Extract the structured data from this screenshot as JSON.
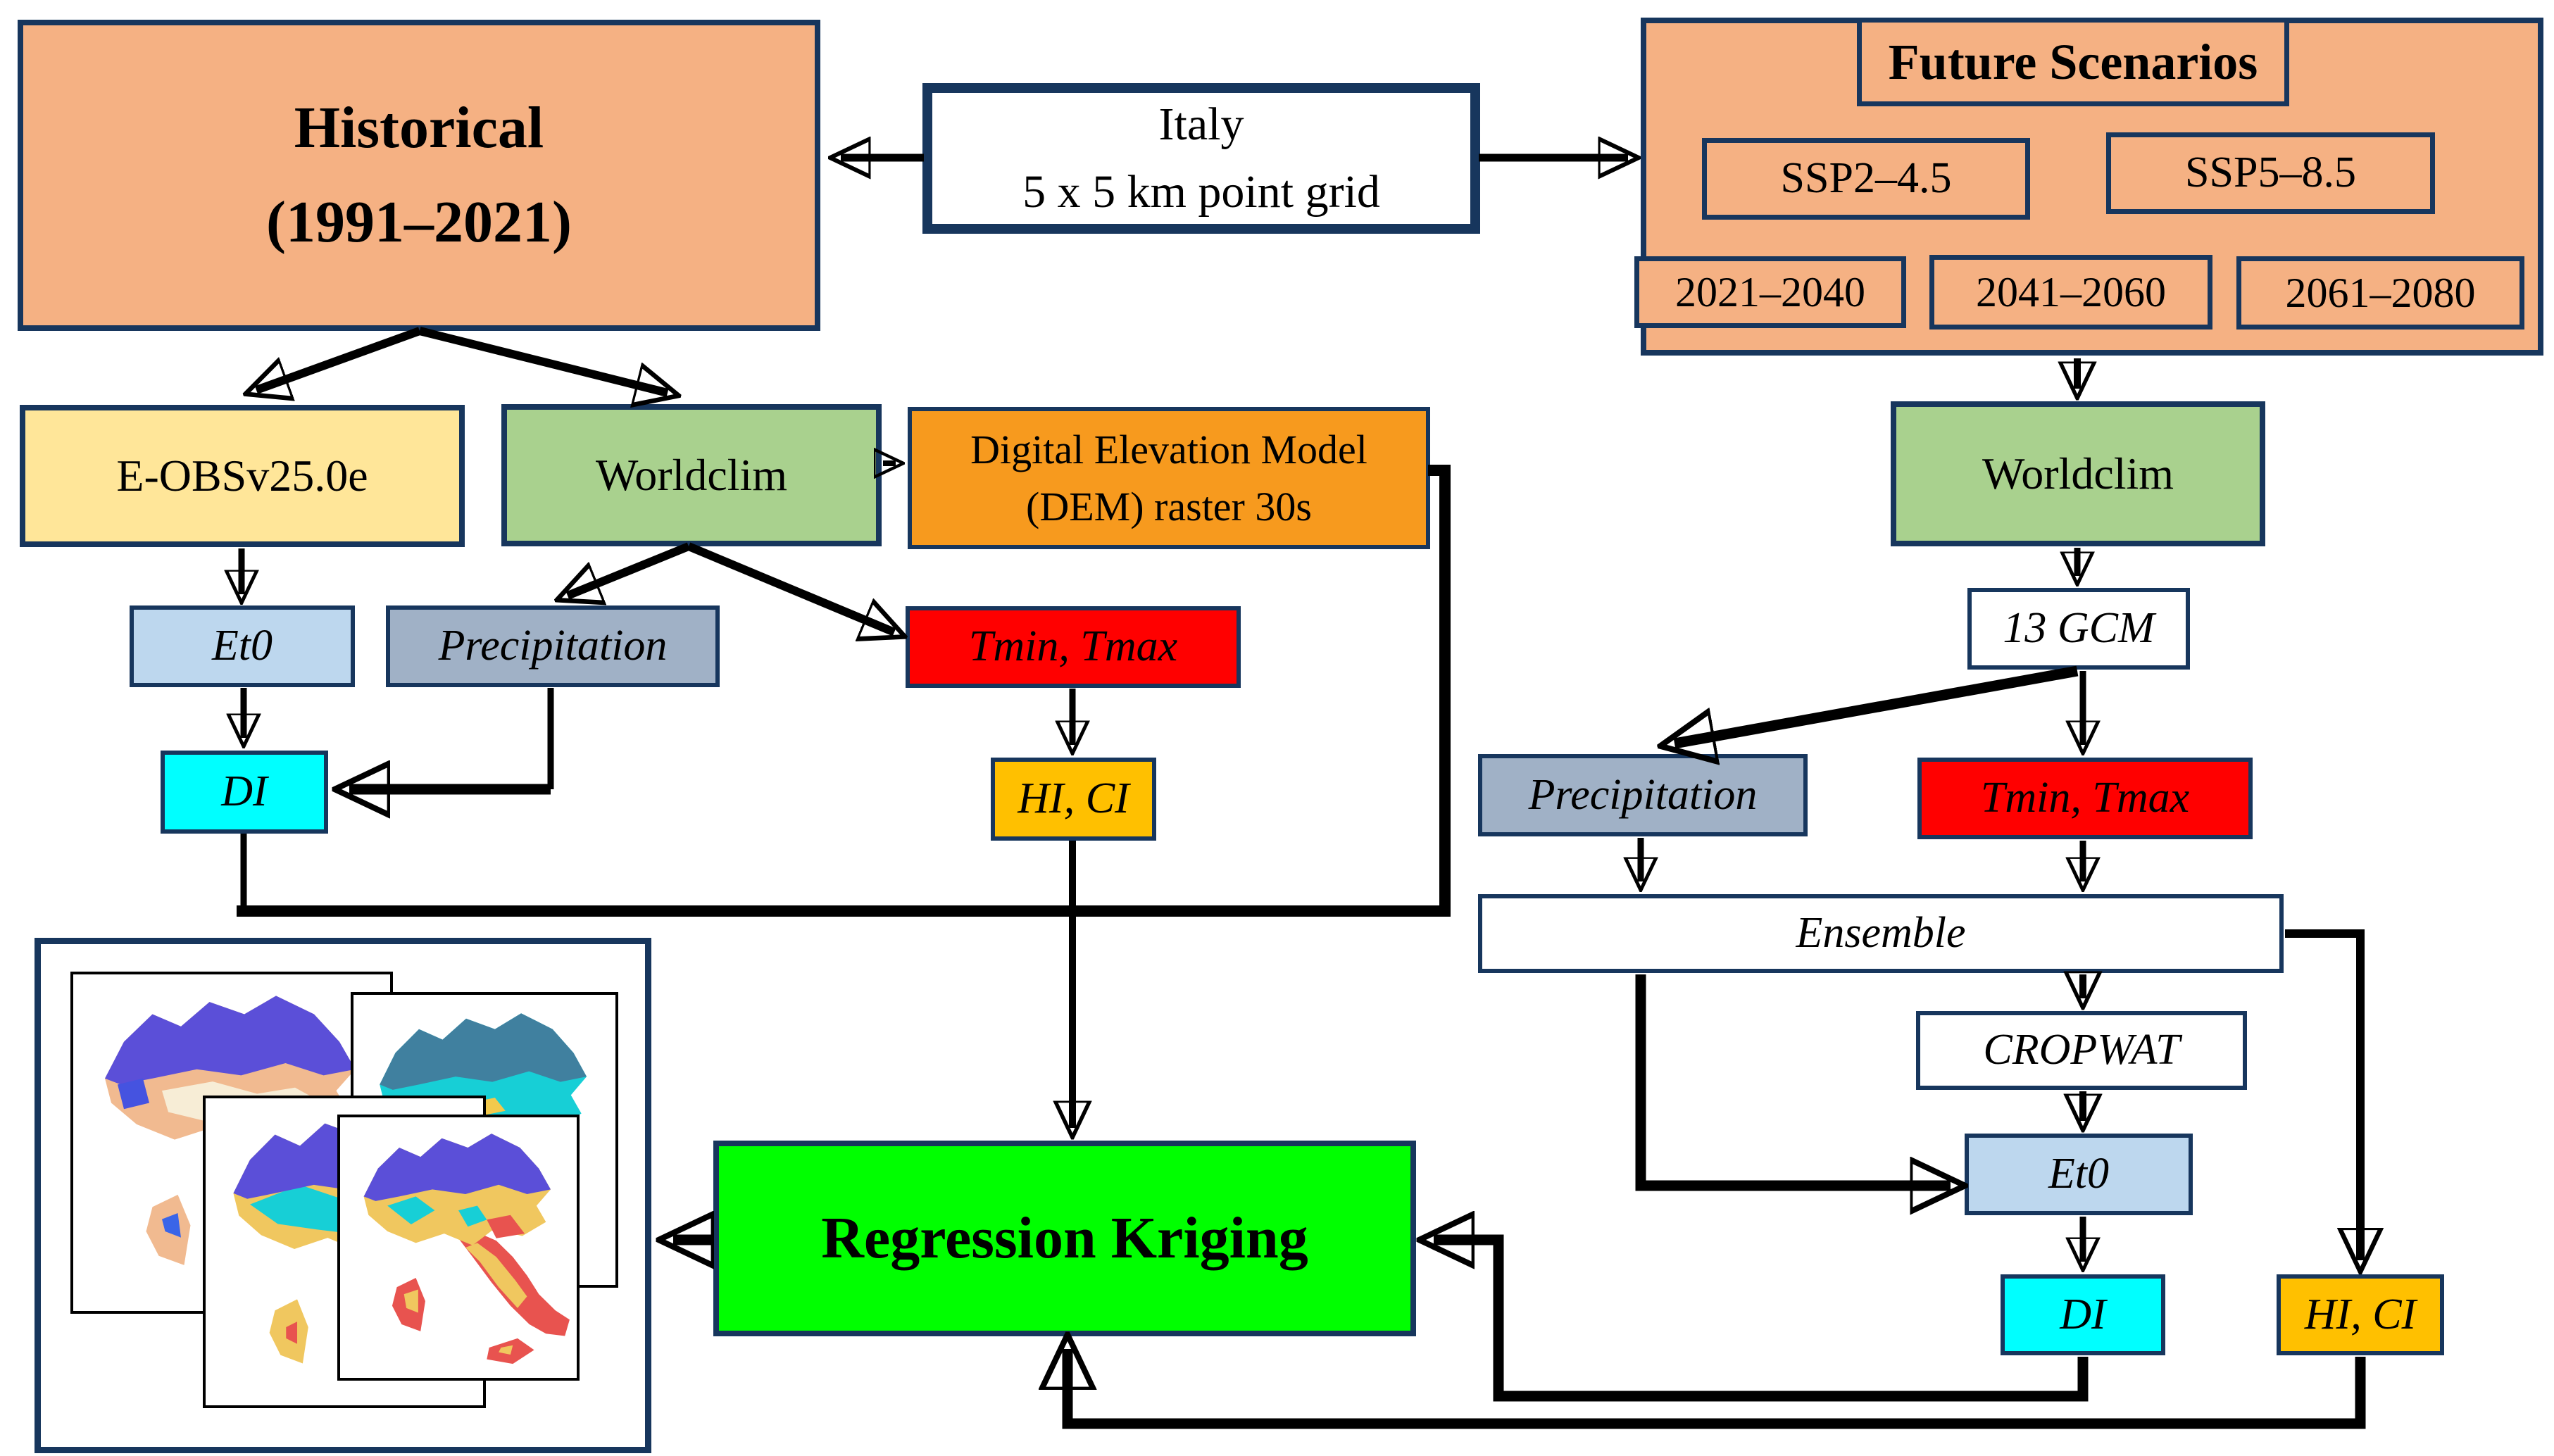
{
  "diagram": {
    "type": "methodology-flowchart",
    "region": "Italy",
    "colors": {
      "peach_fill": "#F5B183",
      "navy_border": "#17365D",
      "yellow_fill": "#FFE699",
      "green_fill": "#A9D18E",
      "orange_fill": "#F79A1E",
      "light_blue_fill": "#BDD7EE",
      "blue_gray_fill": "#A0B1C6",
      "red_fill": "#FF0000",
      "cyan_fill": "#00FFFF",
      "amber_fill": "#FFC000",
      "bright_green_fill": "#00FF00",
      "arrow_black": "#000000",
      "white_fill": "#FFFFFF"
    }
  },
  "nodes": {
    "historical": {
      "label": "Historical\n(1991–2021)"
    },
    "italy_grid": {
      "label": "Italy\n5 x 5 km point grid"
    },
    "future_title": {
      "label": "Future Scenarios"
    },
    "ssp245": {
      "label": "SSP2–4.5"
    },
    "ssp585": {
      "label": "SSP5–8.5"
    },
    "y2021_2040": {
      "label": "2021–2040"
    },
    "y2041_2060": {
      "label": "2041–2060"
    },
    "y2061_2080": {
      "label": "2061–2080"
    },
    "eobs": {
      "label": "E-OBSv25.0e"
    },
    "worldclim_left": {
      "label": "Worldclim"
    },
    "dem": {
      "label": "Digital Elevation Model\n(DEM) raster 30s"
    },
    "et0_left": {
      "label": "Et0"
    },
    "precip_left": {
      "label": "Precipitation"
    },
    "tmin_left": {
      "label": "Tmin, Tmax"
    },
    "di_left": {
      "label": "DI"
    },
    "hici_left": {
      "label": "HI, CI"
    },
    "worldclim_right": {
      "label": "Worldclim"
    },
    "gcm13": {
      "label": "13 GCM"
    },
    "precip_right": {
      "label": "Precipitation"
    },
    "tmin_right": {
      "label": "Tmin, Tmax"
    },
    "ensemble": {
      "label": "Ensemble"
    },
    "cropwat": {
      "label": "CROPWAT"
    },
    "et0_right": {
      "label": "Et0"
    },
    "di_right": {
      "label": "DI"
    },
    "hici_right": {
      "label": "HI, CI"
    },
    "kriging": {
      "label": "Regression Kriging"
    }
  },
  "edges": [
    {
      "from": "italy_grid",
      "to": "historical"
    },
    {
      "from": "italy_grid",
      "to": "future_scenarios"
    },
    {
      "from": "historical",
      "to": "eobs"
    },
    {
      "from": "historical",
      "to": "worldclim_left"
    },
    {
      "from": "worldclim_left",
      "to": "dem"
    },
    {
      "from": "worldclim_left",
      "to": "precip_left"
    },
    {
      "from": "worldclim_left",
      "to": "tmin_left"
    },
    {
      "from": "eobs",
      "to": "et0_left"
    },
    {
      "from": "et0_left",
      "to": "di_left"
    },
    {
      "from": "precip_left",
      "to": "di_left"
    },
    {
      "from": "tmin_left",
      "to": "hici_left"
    },
    {
      "from": "di_left",
      "to": "kriging"
    },
    {
      "from": "dem",
      "to": "kriging"
    },
    {
      "from": "hici_left",
      "to": "kriging"
    },
    {
      "from": "future_scenarios",
      "to": "worldclim_right"
    },
    {
      "from": "worldclim_right",
      "to": "gcm13"
    },
    {
      "from": "gcm13",
      "to": "precip_right"
    },
    {
      "from": "gcm13",
      "to": "tmin_right"
    },
    {
      "from": "precip_right",
      "to": "ensemble"
    },
    {
      "from": "tmin_right",
      "to": "ensemble"
    },
    {
      "from": "ensemble",
      "to": "cropwat"
    },
    {
      "from": "ensemble",
      "to": "et0_right"
    },
    {
      "from": "ensemble",
      "to": "hici_right"
    },
    {
      "from": "cropwat",
      "to": "et0_right"
    },
    {
      "from": "et0_right",
      "to": "di_right"
    },
    {
      "from": "di_right",
      "to": "kriging"
    },
    {
      "from": "hici_right",
      "to": "kriging"
    },
    {
      "from": "kriging",
      "to": "output_maps"
    }
  ],
  "output_maps": {
    "panel_count": 4,
    "content": "stack of four Italy raster maps"
  }
}
